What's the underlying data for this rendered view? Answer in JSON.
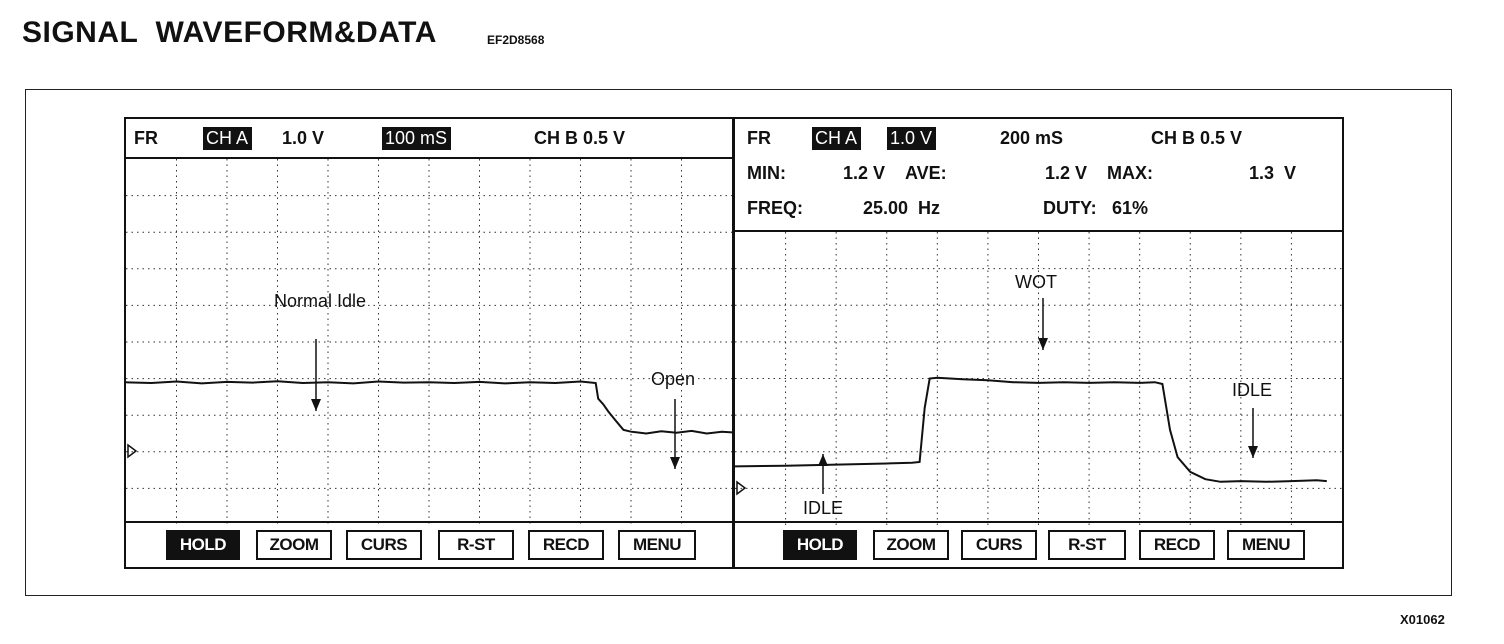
{
  "page": {
    "title": "SIGNAL  WAVEFORM&DATA",
    "code": "EF2D8568",
    "figure_id": "X01062"
  },
  "left_scope": {
    "header": {
      "fr": "FR",
      "ch_a": "CH A",
      "volt_a": "1.0 V",
      "time": "100 mS",
      "ch_b": "CH B 0.5 V"
    },
    "buttons": [
      "HOLD",
      "ZOOM",
      "CURS",
      "R-ST",
      "RECD",
      "MENU"
    ],
    "annotations": {
      "normal_idle": "Normal Idle",
      "open": "Open"
    }
  },
  "right_scope": {
    "header": {
      "fr": "FR",
      "ch_a": "CH A",
      "volt_a": "1.0 V",
      "time": "200 mS",
      "ch_b": "CH B 0.5 V",
      "min_label": "MIN:",
      "min_val": "1.2 V",
      "ave_label": "AVE:",
      "ave_val": "1.2 V",
      "max_label": "MAX:",
      "max_val": "1.3  V",
      "freq_label": "FREQ:",
      "freq_val": "25.00  Hz",
      "duty_label": "DUTY:",
      "duty_val": "61%"
    },
    "buttons": [
      "HOLD",
      "ZOOM",
      "CURS",
      "R-ST",
      "RECD",
      "MENU"
    ],
    "annotations": {
      "wot": "WOT",
      "idle_left": "IDLE",
      "idle_right": "IDLE"
    }
  },
  "chart_data": [
    {
      "type": "line",
      "title": "",
      "xlabel": "",
      "ylabel": "",
      "x_divisions": 12,
      "y_divisions": 10,
      "series": [
        {
          "values": [
            [
              0,
              3.9
            ],
            [
              0.5,
              3.88
            ],
            [
              1,
              3.92
            ],
            [
              1.5,
              3.87
            ],
            [
              2,
              3.91
            ],
            [
              2.5,
              3.89
            ],
            [
              3,
              3.93
            ],
            [
              3.5,
              3.88
            ],
            [
              4,
              3.9
            ],
            [
              4.5,
              3.87
            ],
            [
              5,
              3.92
            ],
            [
              5.5,
              3.89
            ],
            [
              6,
              3.9
            ],
            [
              6.5,
              3.88
            ],
            [
              7,
              3.91
            ],
            [
              7.5,
              3.87
            ],
            [
              8,
              3.9
            ],
            [
              8.5,
              3.88
            ],
            [
              9,
              3.92
            ],
            [
              9.3,
              3.88
            ],
            [
              9.35,
              3.45
            ],
            [
              9.45,
              3.3
            ],
            [
              9.55,
              3.1
            ],
            [
              9.7,
              2.85
            ],
            [
              9.85,
              2.6
            ],
            [
              10,
              2.55
            ],
            [
              10.3,
              2.5
            ],
            [
              10.6,
              2.56
            ],
            [
              10.9,
              2.52
            ],
            [
              11.2,
              2.57
            ],
            [
              11.5,
              2.5
            ],
            [
              11.8,
              2.55
            ],
            [
              12,
              2.53
            ]
          ]
        }
      ]
    },
    {
      "type": "line",
      "title": "",
      "xlabel": "",
      "ylabel": "",
      "x_divisions": 12,
      "y_divisions": 8,
      "series": [
        {
          "values": [
            [
              0,
              1.6
            ],
            [
              1,
              1.62
            ],
            [
              2,
              1.65
            ],
            [
              3,
              1.68
            ],
            [
              3.5,
              1.7
            ],
            [
              3.65,
              1.72
            ],
            [
              3.75,
              3.2
            ],
            [
              3.85,
              4.0
            ],
            [
              4,
              4.02
            ],
            [
              4.5,
              3.98
            ],
            [
              5,
              3.95
            ],
            [
              5.5,
              3.9
            ],
            [
              6,
              3.88
            ],
            [
              6.5,
              3.9
            ],
            [
              7,
              3.88
            ],
            [
              7.5,
              3.9
            ],
            [
              8,
              3.88
            ],
            [
              8.3,
              3.9
            ],
            [
              8.45,
              3.85
            ],
            [
              8.6,
              2.6
            ],
            [
              8.75,
              1.85
            ],
            [
              9,
              1.45
            ],
            [
              9.3,
              1.25
            ],
            [
              9.6,
              1.18
            ],
            [
              10,
              1.2
            ],
            [
              10.5,
              1.18
            ],
            [
              11,
              1.2
            ],
            [
              11.5,
              1.22
            ],
            [
              11.7,
              1.2
            ]
          ]
        }
      ]
    }
  ]
}
